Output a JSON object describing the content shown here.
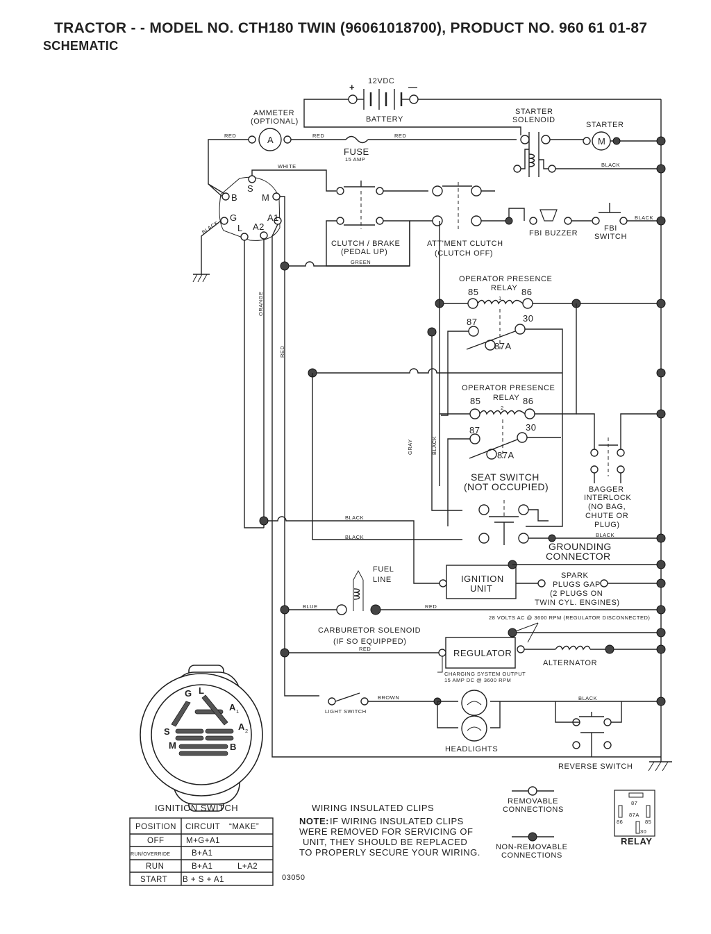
{
  "title": "TRACTOR - - MODEL NO. CTH180 TWIN (96061018700), PRODUCT NO. 960 61 01-87",
  "subtitle": "SCHEMATIC",
  "components": {
    "battery_voltage": "12VDC",
    "battery_plus": "+",
    "battery_minus": "—",
    "battery": "BATTERY",
    "ammeter": "AMMETER",
    "ammeter_optional": "(OPTIONAL)",
    "ammeter_a": "A",
    "fuse": "FUSE",
    "fuse_rating": "15 AMP",
    "starter_solenoid_1": "STARTER",
    "starter_solenoid_2": "SOLENOID",
    "starter": "STARTER",
    "starter_m": "M",
    "clutch_brake_1": "CLUTCH / BRAKE",
    "clutch_brake_2": "(PEDAL UP)",
    "attment_clutch_1": "ATT'MENT CLUTCH",
    "attment_clutch_2": "(CLUTCH OFF)",
    "fbi_buzzer": "FBI BUZZER",
    "fbi_switch_1": "FBI",
    "fbi_switch_2": "SWITCH",
    "relay1_title": "OPERATOR PRESENCE",
    "relay1_relay": "RELAY",
    "relay1_num": "1",
    "relay2_title": "OPERATOR PRESENCE",
    "relay2_relay": "RELAY",
    "relay2_num": "2",
    "pin_85": "85",
    "pin_86": "86",
    "pin_87": "87",
    "pin_30": "30",
    "pin_87a": "87A",
    "seat_switch_1": "SEAT SWITCH",
    "seat_switch_2": "(NOT OCCUPIED)",
    "bagger_1": "BAGGER",
    "bagger_2": "INTERLOCK",
    "bagger_3": "(NO BAG,",
    "bagger_4": "CHUTE OR",
    "bagger_5": "PLUG)",
    "grounding_1": "GROUNDING",
    "grounding_2": "CONNECTOR",
    "fuel_1": "FUEL",
    "fuel_2": "LINE",
    "ignition_unit_1": "IGNITION",
    "ignition_unit_2": "UNIT",
    "spark_1": "SPARK",
    "spark_2": "PLUGS GAP",
    "spark_3": "(2 PLUGS ON",
    "spark_4": "TWIN CYL. ENGINES)",
    "carb_1": "CARBURETOR SOLENOID",
    "carb_2": "(IF SO EQUIPPED)",
    "volts_note": "28 VOLTS AC @ 3600 RPM (REGULATOR DISCONNECTED)",
    "regulator": "REGULATOR",
    "alternator": "ALTERNATOR",
    "charging_1": "CHARGING SYSTEM OUTPUT",
    "charging_2": "15 AMP DC @ 3600 RPM",
    "light_switch": "LIGHT SWITCH",
    "headlights": "HEADLIGHTS",
    "reverse_switch": "REVERSE SWITCH"
  },
  "wires": {
    "red": "RED",
    "white": "WHITE",
    "black": "BLACK",
    "green": "GREEN",
    "orange": "ORANGE",
    "gray": "GRAY",
    "blue": "BLUE",
    "brown": "BROWN"
  },
  "ignition_terminals": {
    "b": "B",
    "s": "S",
    "m": "M",
    "g": "G",
    "l": "L",
    "a1": "A1",
    "a2": "A2"
  },
  "ignition_switch": {
    "title": "IGNITION SWITCH",
    "face": {
      "g": "G",
      "l": "L",
      "a1": "A",
      "a1_sub": "1",
      "s": "S",
      "a2": "A",
      "a2_sub": "2",
      "m": "M",
      "b": "B"
    },
    "table": {
      "headers": [
        "POSITION",
        "CIRCUIT",
        "“MAKE”"
      ],
      "rows": [
        {
          "position": "OFF",
          "circuit": "M+G+A1",
          "make": ""
        },
        {
          "position": "RUN/OVERRIDE",
          "circuit": "B+A1",
          "make": ""
        },
        {
          "position": "RUN",
          "circuit": "B+A1",
          "make": "L+A2"
        },
        {
          "position": "START",
          "circuit": "B + S + A1",
          "make": ""
        }
      ]
    }
  },
  "clips_note": {
    "title": "WIRING INSULATED CLIPS",
    "note_label": "NOTE:",
    "line_1": "IF WIRING INSULATED CLIPS",
    "line_2": "WERE REMOVED FOR SERVICING OF",
    "line_3": "UNIT, THEY SHOULD BE REPLACED",
    "line_4": "TO PROPERLY SECURE YOUR WIRING."
  },
  "drawing_number": "03050",
  "legend": {
    "removable_1": "REMOVABLE",
    "removable_2": "CONNECTIONS",
    "nonremovable_1": "NON-REMOVABLE",
    "nonremovable_2": "CONNECTIONS",
    "relay_label": "RELAY",
    "relay_87": "87",
    "relay_86": "86",
    "relay_87a": "87A",
    "relay_85": "85",
    "relay_30": "30"
  }
}
